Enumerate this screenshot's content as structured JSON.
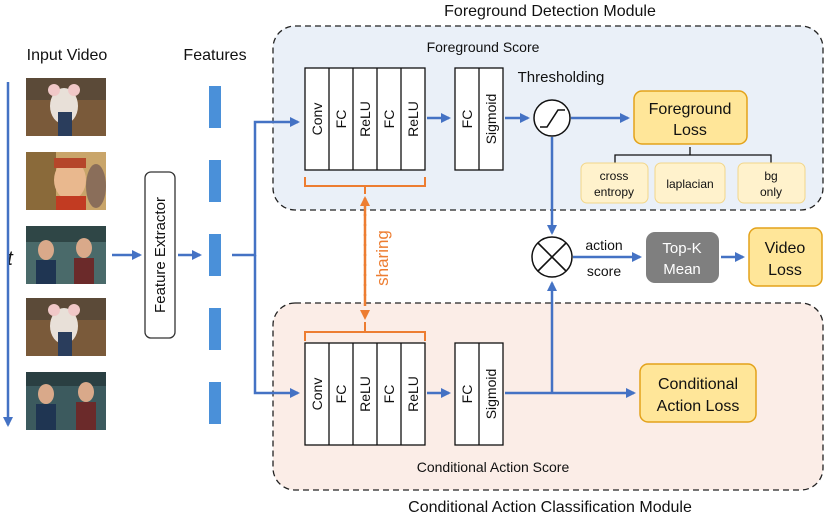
{
  "labels": {
    "input_video": "Input Video",
    "features": "Features",
    "time_axis": "t",
    "feature_extractor": "Feature Extractor",
    "fg_module_title": "Foreground Detection Module",
    "fg_score": "Foreground Score",
    "thresholding": "Thresholding",
    "fg_loss_line1": "Foreground",
    "fg_loss_line2": "Loss",
    "cross_entropy_line1": "cross",
    "cross_entropy_line2": "entropy",
    "laplacian": "laplacian",
    "bg_only_line1": "bg",
    "bg_only_line2": "only",
    "sharing": "sharing",
    "action_score_line1": "action",
    "action_score_line2": "score",
    "topk_line1": "Top-K",
    "topk_line2": "Mean",
    "video_loss_line1": "Video",
    "video_loss_line2": "Loss",
    "cond_loss_line1": "Conditional",
    "cond_loss_line2": "Action Loss",
    "cond_score": "Conditional Action Score",
    "cond_module_title": "Conditional Action Classification Module"
  },
  "layers_block": [
    "Conv",
    "FC",
    "ReLU",
    "FC",
    "ReLU"
  ],
  "head_block": [
    "FC",
    "Sigmoid"
  ],
  "colors": {
    "arrow": "#4472C4",
    "sharing": "#ED7D31",
    "loss_fill": "#FFE699",
    "loss_stroke": "#E3A21A",
    "fg_panel": "#EAF0F8",
    "cond_panel": "#FBEDE7",
    "topk_fill": "#7F7F7F",
    "feature_bar": "#4A90D9"
  },
  "icons": [
    "video-frame-icon",
    "multiply-circle-icon",
    "threshold-step-icon"
  ]
}
